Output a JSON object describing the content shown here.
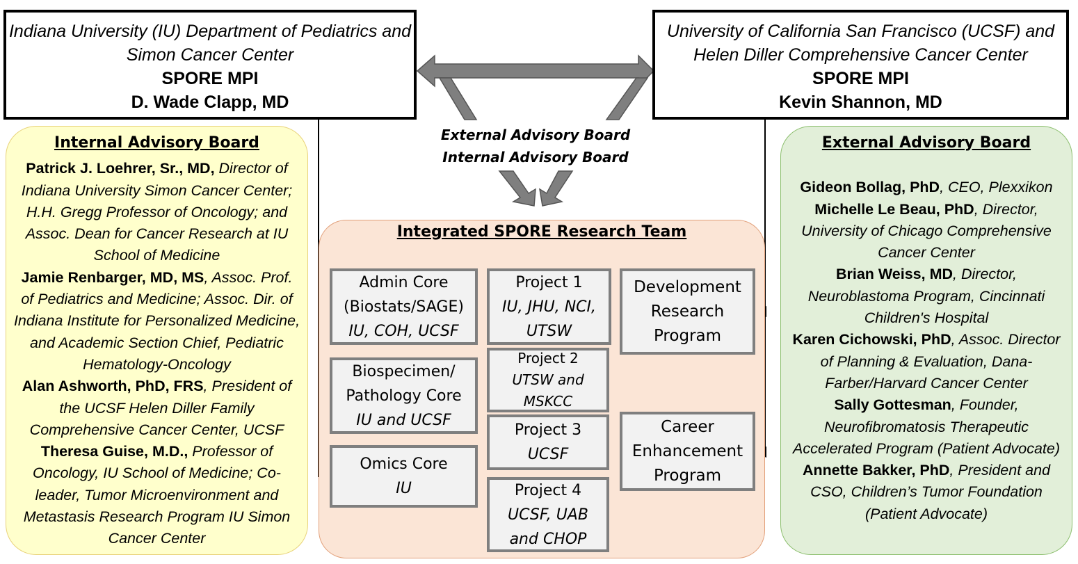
{
  "left_mpi": {
    "org_line1": "Indiana University (IU) Department of Pediatrics and",
    "org_line2": "Simon Cancer Center",
    "role": "SPORE MPI",
    "name": "D. Wade Clapp, MD"
  },
  "right_mpi": {
    "org_line1": "University of California San Francisco (UCSF) and",
    "org_line2": "Helen Diller Comprehensive Cancer Center",
    "role": "SPORE MPI",
    "name": "Kevin Shannon, MD"
  },
  "center_labels": {
    "line1": "External Advisory Board",
    "line2": "Internal Advisory Board"
  },
  "internal_board": {
    "title": "Internal Advisory Board",
    "members": [
      {
        "name": "Patrick J. Loehrer, Sr., MD,",
        "desc": " Director of Indiana University Simon Cancer Center; H.H. Gregg Professor of Oncology; and Assoc. Dean for Cancer Research at IU School of Medicine"
      },
      {
        "name": "Jamie Renbarger, MD, MS",
        "desc": ", Assoc. Prof. of Pediatrics and Medicine; Assoc. Dir. of Indiana Institute for Personalized Medicine, and Academic Section Chief, Pediatric Hematology-Oncology"
      },
      {
        "name": "Alan Ashworth, PhD, FRS",
        "desc": ", President of the UCSF Helen Diller Family Comprehensive Cancer Center, UCSF"
      },
      {
        "name": "Theresa Guise, M.D.,",
        "desc": " Professor of Oncology, IU School of Medicine; Co-leader, Tumor Microenvironment and Metastasis Research Program IU Simon Cancer Center"
      }
    ]
  },
  "external_board": {
    "title": "External Advisory Board",
    "members": [
      {
        "name": "Gideon Bollag, PhD",
        "desc": ", CEO, Plexxikon"
      },
      {
        "name": "Michelle Le Beau, PhD",
        "desc": ", Director, University of Chicago Comprehensive Cancer Center"
      },
      {
        "name": "Brian Weiss, MD",
        "desc": ", Director, Neuroblastoma Program, Cincinnati Children's Hospital"
      },
      {
        "name": "Karen Cichowski, PhD",
        "desc": ", Assoc. Director of Planning & Evaluation, Dana-Farber/Harvard Cancer Center"
      },
      {
        "name": "Sally Gottesman",
        "desc": ", Founder, Neurofibromatosis Therapeutic Accelerated Program (Patient Advocate)"
      },
      {
        "name": "Annette Bakker, PhD",
        "desc": ", President and CSO, Children’s Tumor Foundation (Patient Advocate)"
      }
    ]
  },
  "team": {
    "title": "Integrated SPORE Research Team",
    "admin_core": {
      "line1": "Admin Core",
      "line2": "(Biostats/SAGE)",
      "sites": "IU, COH, UCSF"
    },
    "biospecimen_core": {
      "line1": "Biospecimen/",
      "line2": "Pathology Core",
      "sites": "IU and UCSF"
    },
    "omics_core": {
      "line1": "Omics Core",
      "sites": "IU"
    },
    "project1": {
      "label": "Project 1",
      "sites_line1": "IU, JHU, NCI,",
      "sites_line2": "UTSW"
    },
    "project2": {
      "label": "Project 2",
      "sites_line1": "UTSW and",
      "sites_line2": "MSKCC"
    },
    "project3": {
      "label": "Project 3",
      "sites": "UCSF"
    },
    "project4": {
      "label": "Project 4",
      "sites_line1": "UCSF, UAB",
      "sites_line2": "and CHOP"
    },
    "development": {
      "line1": "Development",
      "line2": "Research",
      "line3": "Program"
    },
    "career": {
      "line1": "Career",
      "line2": "Enhancement",
      "line3": "Program"
    }
  },
  "colors": {
    "internal_board_fill": "#ffffcc",
    "internal_board_border": "#e8d27a",
    "external_board_fill": "#e2efd9",
    "external_board_border": "#8cbf6e",
    "team_fill": "#fbe5d6",
    "box_fill": "#f2f2f2",
    "box_border": "#7f7f7f",
    "arrow_fill": "#7f7f7f"
  }
}
